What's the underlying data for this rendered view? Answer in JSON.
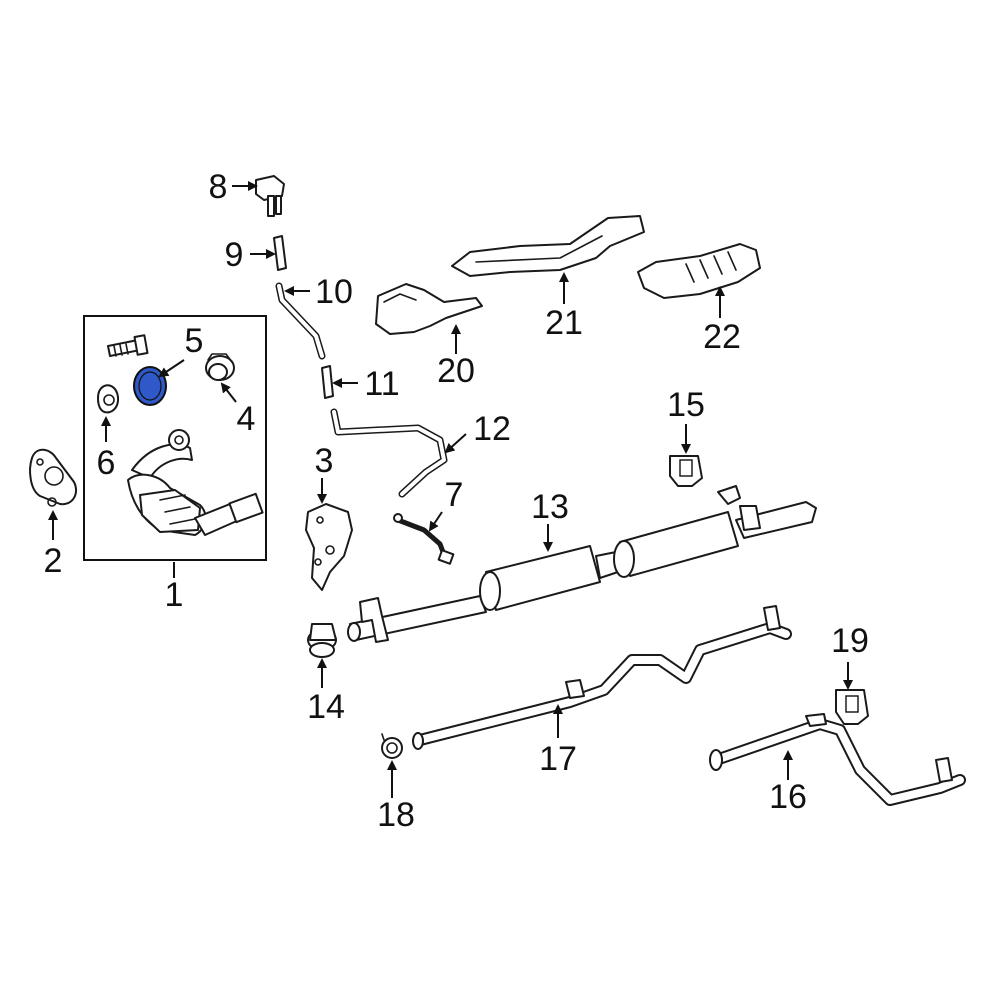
{
  "diagram": {
    "highlight_color": "#2f58c8",
    "labels": {
      "p1": "1",
      "p2": "2",
      "p3": "3",
      "p4": "4",
      "p5": "5",
      "p6": "6",
      "p7": "7",
      "p8": "8",
      "p9": "9",
      "p10": "10",
      "p11": "11",
      "p12": "12",
      "p13": "13",
      "p14": "14",
      "p15": "15",
      "p16": "16",
      "p17": "17",
      "p18": "18",
      "p19": "19",
      "p20": "20",
      "p21": "21",
      "p22": "22"
    }
  }
}
